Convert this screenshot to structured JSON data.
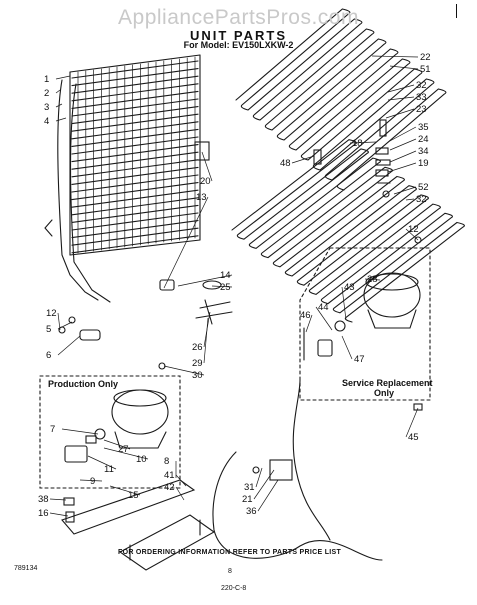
{
  "watermark": "AppliancePartsPros.com",
  "title": "UNIT PARTS",
  "subtitle": "For Model: EV150LXKW-2",
  "boxes": {
    "production": "Production Only",
    "service_line1": "Service Replacement",
    "service_line2": "Only"
  },
  "footer": {
    "doc_number": "789134",
    "instruction": "FOR ORDERING INFORMATION REFER TO PARTS PRICE LIST",
    "page_number": "8",
    "page_code": "220-C-8"
  },
  "callouts": [
    "22",
    "51",
    "32",
    "33",
    "23",
    "35",
    "24",
    "34",
    "19",
    "52",
    "32",
    "18",
    "48",
    "20",
    "13",
    "1",
    "2",
    "3",
    "4",
    "12",
    "28",
    "43",
    "44",
    "46",
    "47",
    "45",
    "14",
    "25",
    "26",
    "29",
    "30",
    "12",
    "5",
    "6",
    "7",
    "27",
    "10",
    "11",
    "9",
    "8",
    "41",
    "42",
    "31",
    "21",
    "36",
    "38",
    "16",
    "15",
    "14"
  ]
}
